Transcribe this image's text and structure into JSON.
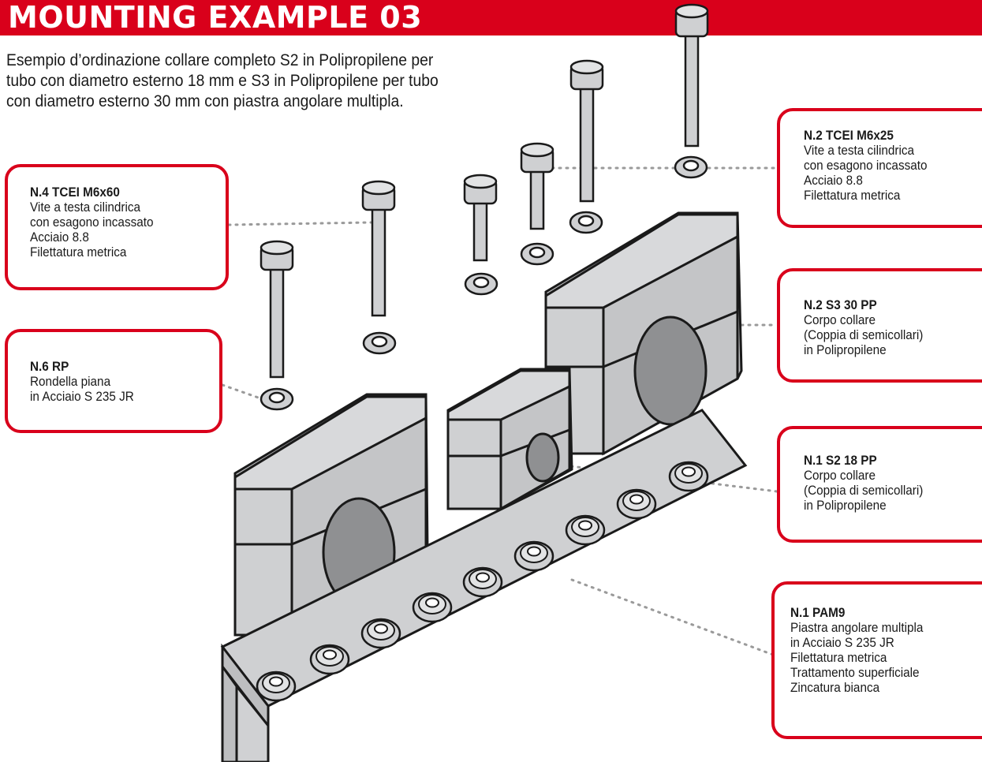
{
  "header": {
    "title": "MOUNTING EXAMPLE 03"
  },
  "intro": {
    "lines": [
      "Esempio d’ordinazione collare completo S2 in Polipropilene per",
      "tubo con diametro esterno 18 mm e S3 in Polipropilene per tubo",
      "con diametro esterno 30 mm con piastra angolare multipla."
    ]
  },
  "callouts": {
    "tcei_m6x60": {
      "title": "N.4 TCEI M6x60",
      "lines": [
        "Vite a testa cilindrica",
        "con esagono incassato",
        "Acciaio 8.8",
        "Filettatura metrica"
      ]
    },
    "rp": {
      "title": "N.6 RP",
      "lines": [
        "Rondella piana",
        "in Acciaio S 235 JR"
      ]
    },
    "tcei_m6x25": {
      "title": "N.2 TCEI M6x25",
      "lines": [
        "Vite a testa cilindrica",
        "con esagono incassato",
        "Acciaio 8.8",
        "Filettatura metrica"
      ]
    },
    "s3_30_pp": {
      "title": "N.2 S3 30 PP",
      "lines": [
        "Corpo collare",
        "(Coppia di semicollari)",
        "in Polipropilene"
      ]
    },
    "s2_18_pp": {
      "title": "N.1 S2 18 PP",
      "lines": [
        "Corpo collare",
        "(Coppia di semicollari)",
        "in Polipropilene"
      ]
    },
    "pam9": {
      "title": "N.1 PAM9",
      "lines": [
        "Piastra angolare multipla",
        "in Acciaio S 235 JR",
        "Filettatura metrica",
        "Trattamento superficiale",
        "Zincatura bianca"
      ]
    }
  },
  "colors": {
    "accent": "#d9001b",
    "part_fill": "#cfd0d2",
    "part_stroke": "#1a1a1a"
  }
}
